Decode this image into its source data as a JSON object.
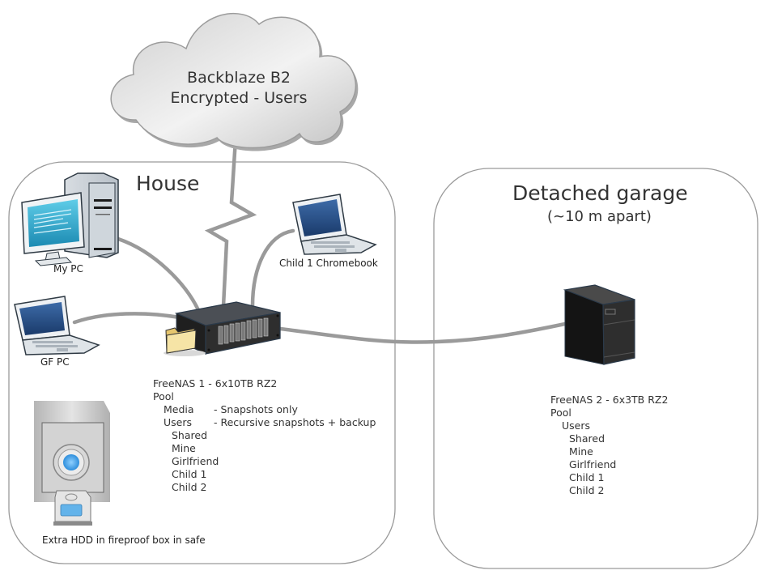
{
  "cloud": {
    "line1": "Backblaze B2",
    "line2": "Encrypted - Users",
    "icon": "cloud-icon"
  },
  "zones": {
    "house": {
      "title": "House"
    },
    "garage": {
      "title": "Detached garage",
      "subtitle": "(~10 m apart)"
    }
  },
  "devices": {
    "my_pc": {
      "label": "My PC",
      "icon": "desktop-pc-icon"
    },
    "gf_pc": {
      "label": "GF PC",
      "icon": "laptop-icon"
    },
    "chromebook": {
      "label": "Child 1 Chromebook",
      "icon": "laptop-icon"
    },
    "nas1": {
      "icon": "rack-server-icon"
    },
    "nas2": {
      "icon": "tower-server-icon"
    },
    "safe": {
      "label": "Extra HDD in fireproof box in safe",
      "icon": "safe-icon"
    }
  },
  "nas1_info": {
    "title": "FreeNAS 1 - 6x10TB RZ2",
    "pool": "Pool",
    "datasets": [
      {
        "name": "Media",
        "note": "- Snapshots only"
      },
      {
        "name": "Users",
        "note": "- Recursive snapshots + backup"
      }
    ],
    "children": [
      "Shared",
      "Mine",
      "Girlfriend",
      "Child 1",
      "Child 2"
    ]
  },
  "nas2_info": {
    "title": "FreeNAS 2 - 6x3TB RZ2",
    "pool": "Pool",
    "dataset": "Users",
    "children": [
      "Shared",
      "Mine",
      "Girlfriend",
      "Child 1",
      "Child 2"
    ]
  },
  "colors": {
    "link": "#9a9a9a",
    "zone_border": "#9a9a9a",
    "screen_blue": "#2aa3c8",
    "laptop_screen": "#1f4d86",
    "server_dark": "#2b2b2b",
    "folder": "#f3dc93"
  }
}
